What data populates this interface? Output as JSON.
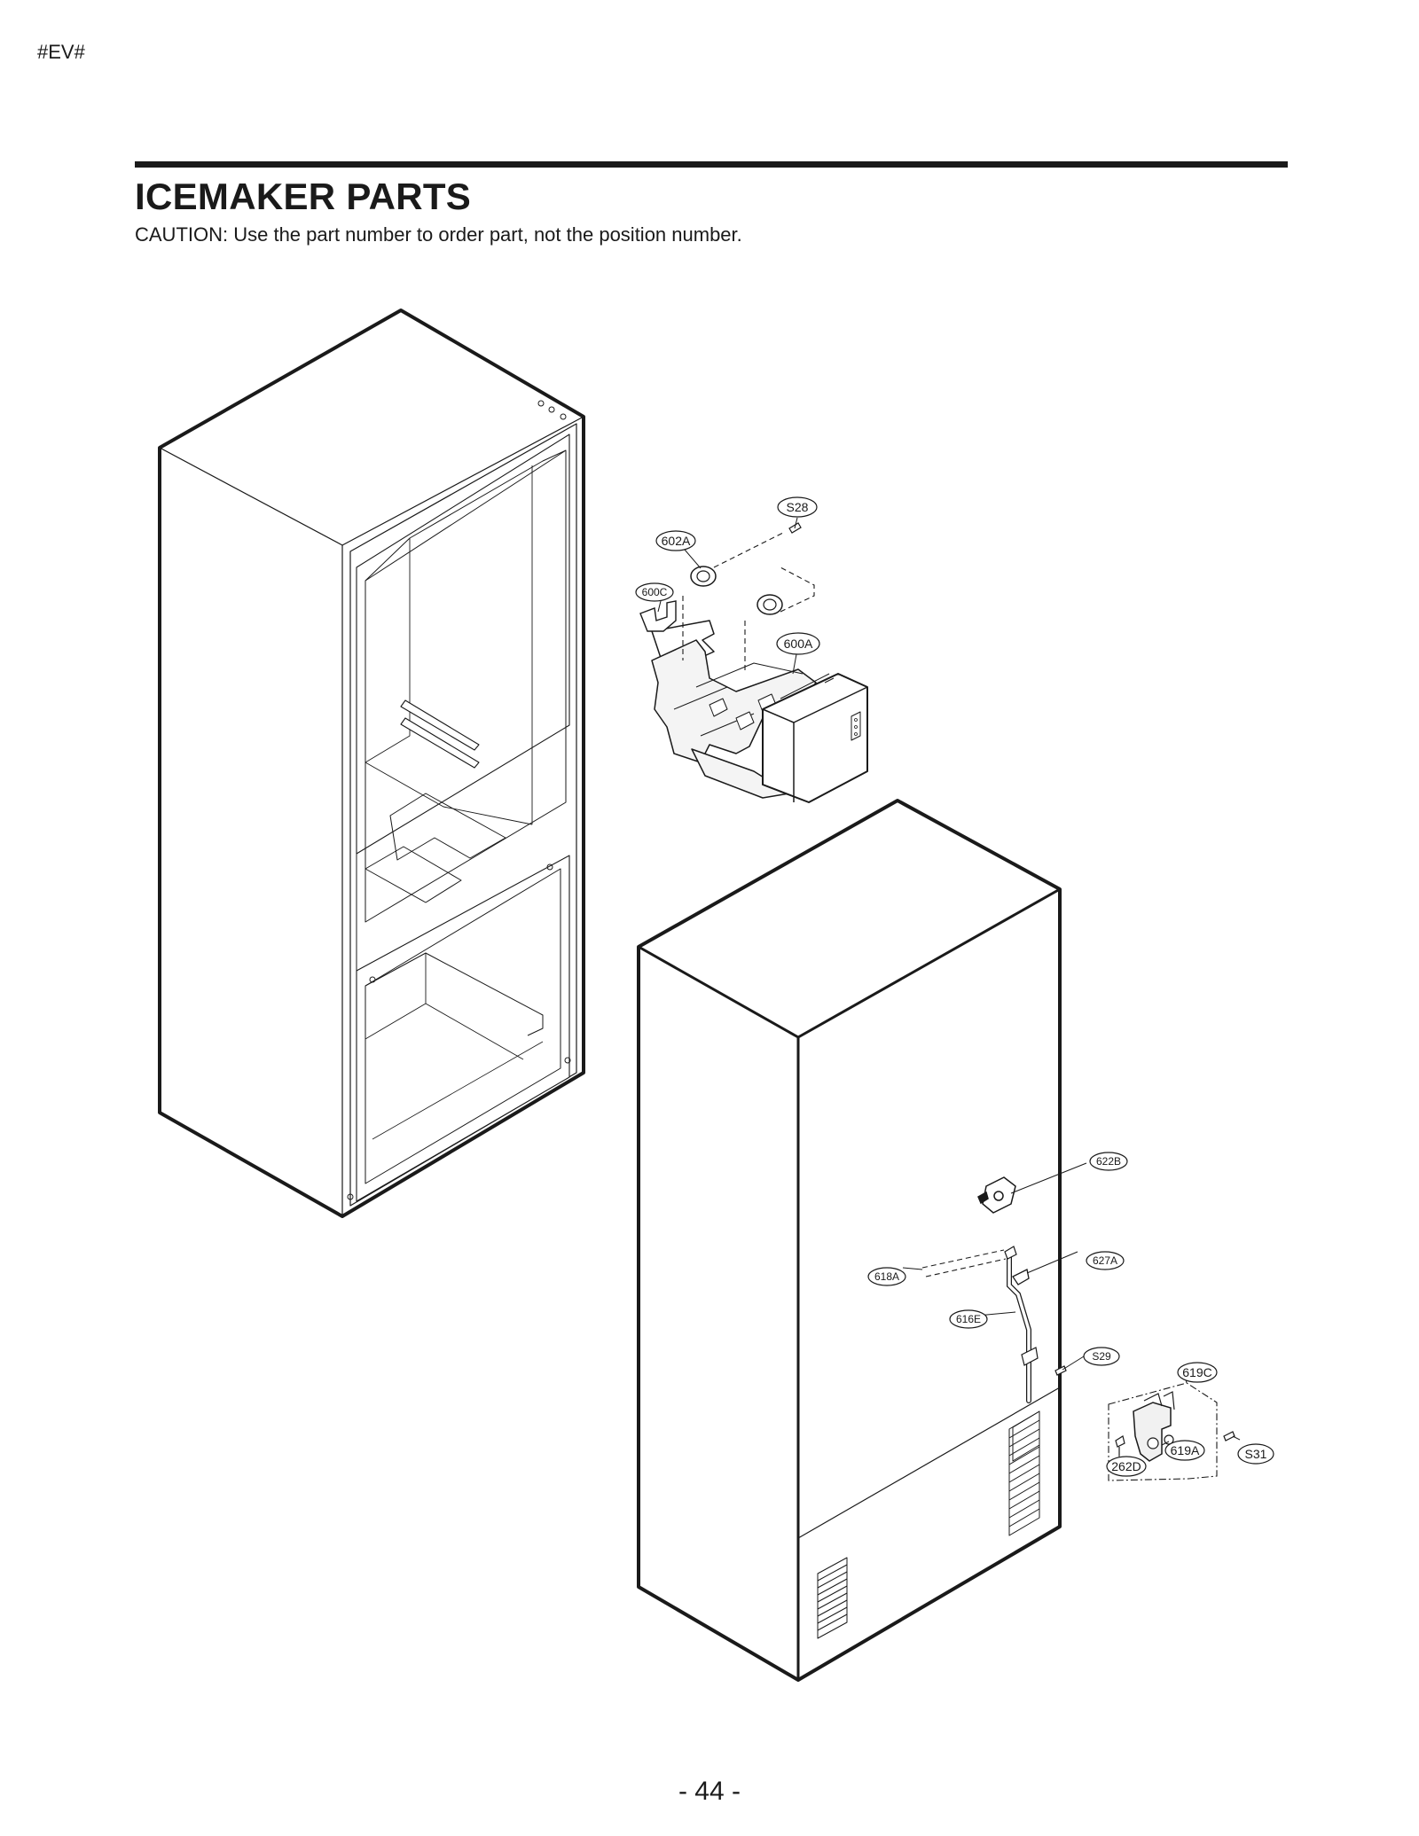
{
  "header": {
    "page_marker": "#EV#"
  },
  "title": "ICEMAKER PARTS",
  "caution": "CAUTION: Use the part number to order part, not the position number.",
  "callouts": {
    "S28": "S28",
    "602A": "602A",
    "600C": "600C",
    "600A": "600A",
    "622B": "622B",
    "618A": "618A",
    "627A": "627A",
    "616E": "616E",
    "S29": "S29",
    "619C": "619C",
    "619A": "619A",
    "262D": "262D",
    "S31": "S31"
  },
  "footer": {
    "page_number": "- 44 -"
  }
}
